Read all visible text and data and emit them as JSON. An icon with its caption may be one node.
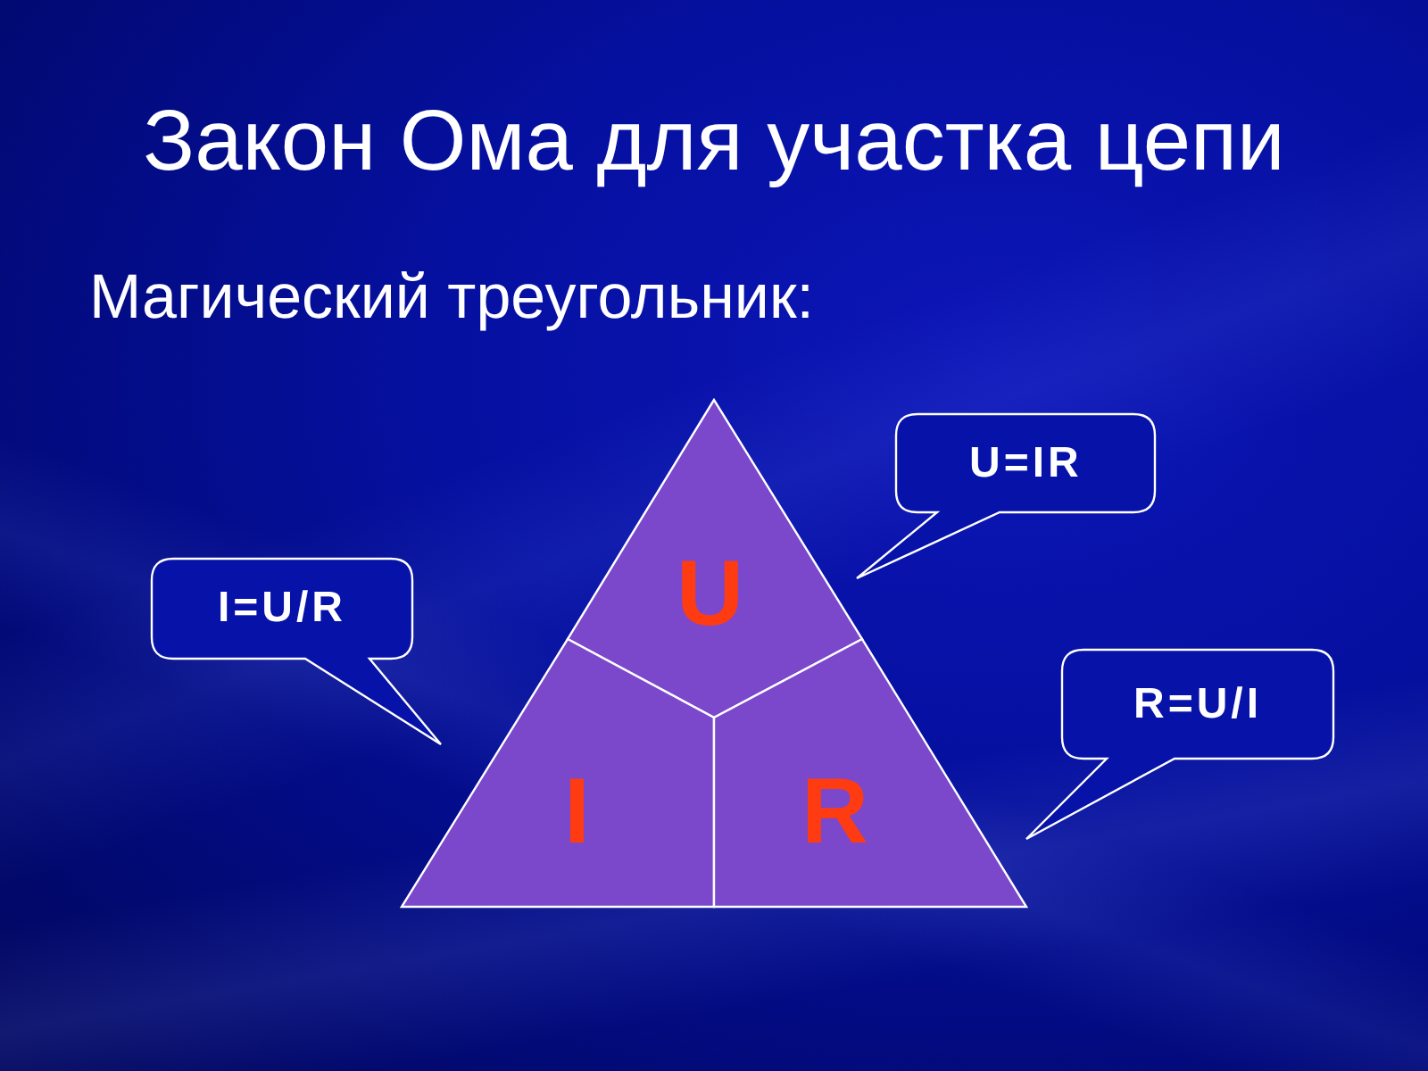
{
  "diagram": {
    "title": "Закон Ома для участка цепи",
    "nodes": [
      {
        "text": [
          "U"
        ]
      },
      {
        "text": [
          "I"
        ]
      },
      {
        "text": [
          "R"
        ]
      },
      {
        "text": [
          "U=IR"
        ]
      },
      {
        "text": [
          "I=U/R"
        ]
      },
      {
        "text": [
          "R=U/I"
        ]
      }
    ],
    "labels": [
      "Магический треугольник:"
    ]
  }
}
